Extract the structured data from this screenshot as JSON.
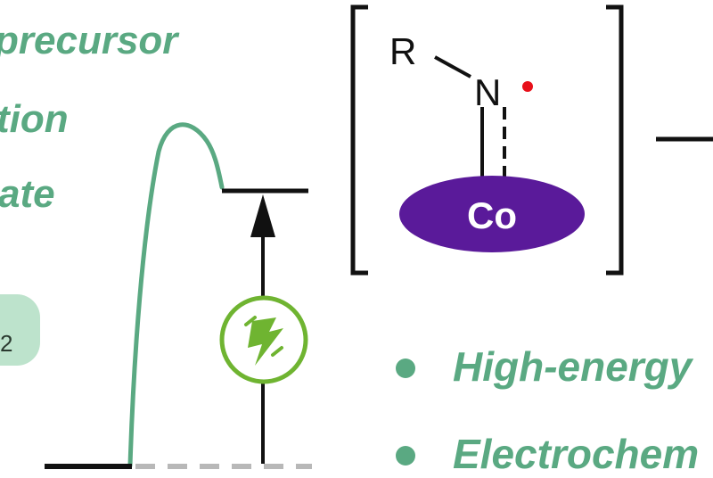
{
  "left_text": {
    "line1": "precursor",
    "line2": "tion",
    "line3": "ate",
    "badge": "2"
  },
  "complex": {
    "r_label": "R",
    "n_label": "N",
    "metal_label": "Co"
  },
  "bullets": [
    {
      "label": "High-energy"
    },
    {
      "label": "Electrochem"
    }
  ],
  "colors": {
    "green": "#5aa982",
    "badge_fill": "#bde3cc",
    "cobalt_purple": "#5a1a9a",
    "radical_red": "#e8101a",
    "icon_green": "#6fb431",
    "black": "#111111",
    "dashed_gray": "#b8b8b8"
  },
  "icons": {
    "electricity": "plug-lightning-icon"
  }
}
